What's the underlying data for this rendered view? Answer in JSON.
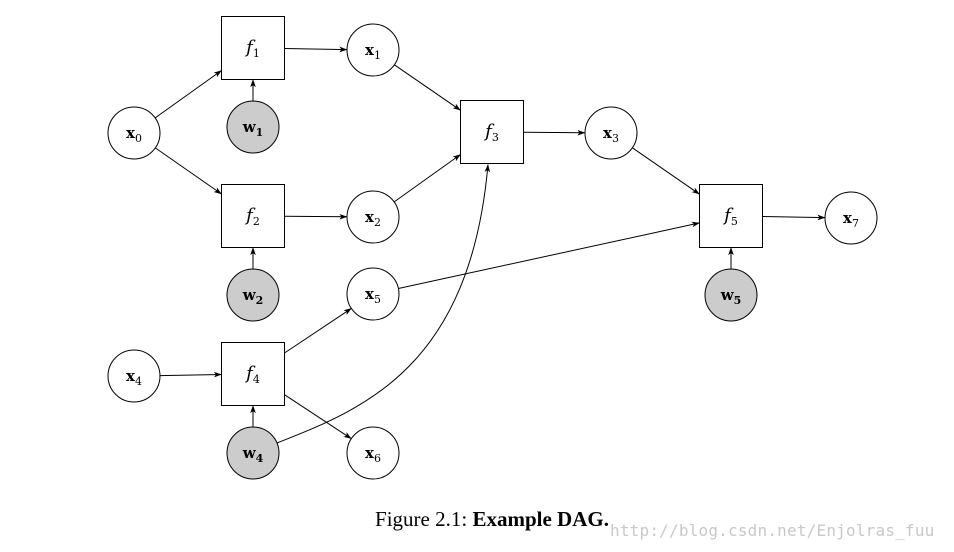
{
  "colors": {
    "weight_fill": "#cccccc",
    "variable_fill": "#ffffff",
    "line": "#000000"
  },
  "nodes": {
    "x0": {
      "type": "variable",
      "base": "x",
      "sub": "0"
    },
    "x1": {
      "type": "variable",
      "base": "x",
      "sub": "1"
    },
    "x2": {
      "type": "variable",
      "base": "x",
      "sub": "2"
    },
    "x3": {
      "type": "variable",
      "base": "x",
      "sub": "3"
    },
    "x4": {
      "type": "variable",
      "base": "x",
      "sub": "4"
    },
    "x5": {
      "type": "variable",
      "base": "x",
      "sub": "5"
    },
    "x6": {
      "type": "variable",
      "base": "x",
      "sub": "6"
    },
    "x7": {
      "type": "variable",
      "base": "x",
      "sub": "7"
    },
    "w1": {
      "type": "weight",
      "base": "w",
      "sub": "1"
    },
    "w2": {
      "type": "weight",
      "base": "w",
      "sub": "2"
    },
    "w4": {
      "type": "weight",
      "base": "w",
      "sub": "4"
    },
    "w5": {
      "type": "weight",
      "base": "w",
      "sub": "5"
    },
    "f1": {
      "type": "function",
      "base": "f",
      "sub": "1"
    },
    "f2": {
      "type": "function",
      "base": "f",
      "sub": "2"
    },
    "f3": {
      "type": "function",
      "base": "f",
      "sub": "3"
    },
    "f4": {
      "type": "function",
      "base": "f",
      "sub": "4"
    },
    "f5": {
      "type": "function",
      "base": "f",
      "sub": "5"
    }
  },
  "edges": [
    {
      "from": "x0",
      "to": "f1"
    },
    {
      "from": "x0",
      "to": "f2"
    },
    {
      "from": "w1",
      "to": "f1"
    },
    {
      "from": "w2",
      "to": "f2"
    },
    {
      "from": "f1",
      "to": "x1"
    },
    {
      "from": "f2",
      "to": "x2"
    },
    {
      "from": "x1",
      "to": "f3"
    },
    {
      "from": "x2",
      "to": "f3"
    },
    {
      "from": "f3",
      "to": "x3"
    },
    {
      "from": "x3",
      "to": "f5"
    },
    {
      "from": "f5",
      "to": "x7"
    },
    {
      "from": "w5",
      "to": "f5"
    },
    {
      "from": "x4",
      "to": "f4"
    },
    {
      "from": "w4",
      "to": "f4"
    },
    {
      "from": "f4",
      "to": "x5"
    },
    {
      "from": "f4",
      "to": "x6"
    },
    {
      "from": "x5",
      "to": "f5"
    },
    {
      "from": "w4",
      "to": "f3"
    }
  ],
  "caption": {
    "prefix": "Figure 2.1:",
    "title": "Example DAG."
  },
  "watermark": "http://blog.csdn.net/Enjolras_fuu"
}
